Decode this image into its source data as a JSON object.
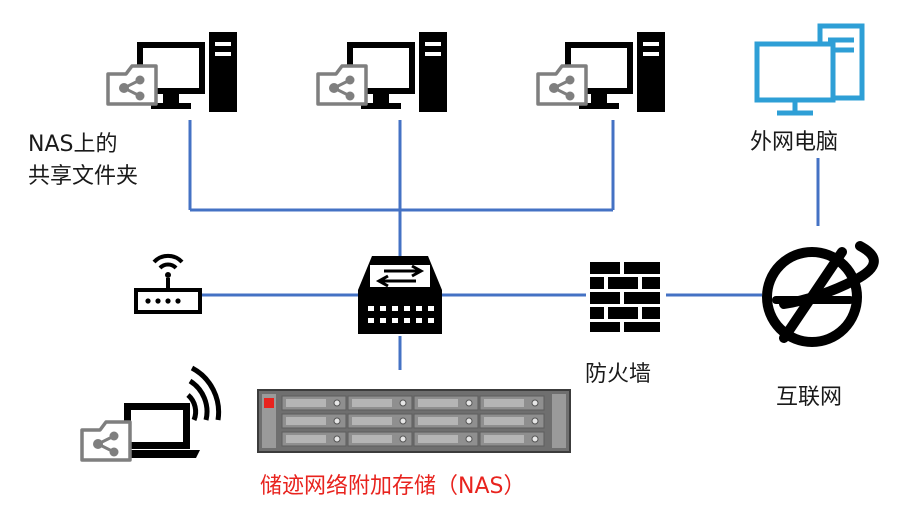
{
  "labels": {
    "shared_folder_line1": "NAS上的",
    "shared_folder_line2": "共享文件夹",
    "external_pc": "外网电脑",
    "firewall": "防火墙",
    "internet": "互联网",
    "nas_device": "储迹网络附加存储（NAS）"
  },
  "colors": {
    "link_line": "#4472c4",
    "nas_label": "#e8231e",
    "external_pc": "#2e9fd6",
    "icon": "#000000",
    "folder": "#7f7f7f"
  },
  "icons": {
    "desktop_pc": "desktop-computer-icon",
    "shared_folder": "shared-folder-icon",
    "external_pc": "external-computer-icon",
    "router": "wifi-router-icon",
    "switch": "network-switch-icon",
    "firewall": "firewall-brick-icon",
    "internet": "internet-globe-icon",
    "laptop": "wireless-laptop-icon",
    "nas": "rack-nas-icon"
  }
}
